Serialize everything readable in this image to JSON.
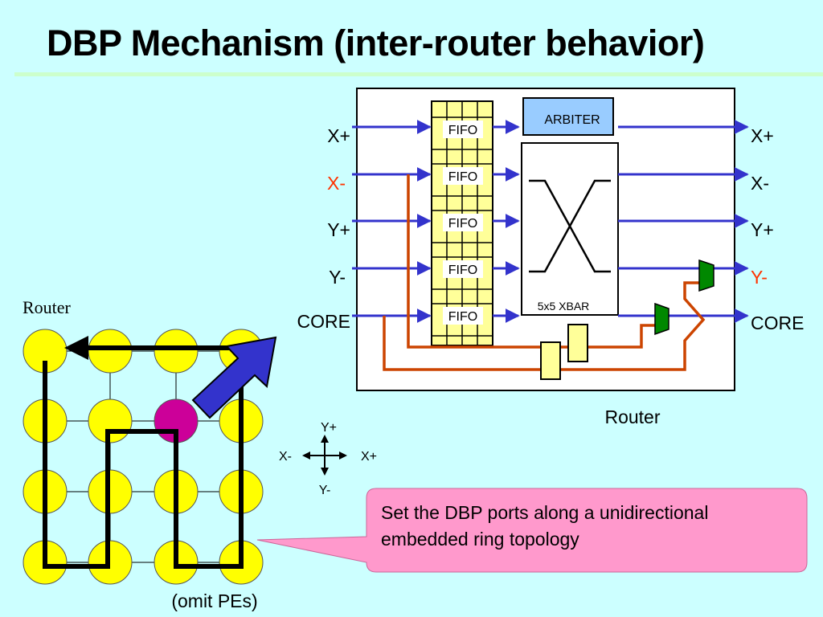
{
  "slide": {
    "title": "DBP Mechanism (inter-router behavior)"
  },
  "router_block": {
    "caption": "Router",
    "input_ports": [
      "X+",
      "X-",
      "Y+",
      "Y-",
      "CORE"
    ],
    "output_ports": [
      "X+",
      "X-",
      "Y+",
      "Y-",
      "CORE"
    ],
    "highlight_input": "X-",
    "highlight_output": "Y-",
    "fifo_label": "FIFO",
    "arbiter_label": "ARBITER",
    "xbar_label": "5x5 XBAR"
  },
  "mesh": {
    "caption": "Router",
    "footnote": "(omit PEs)"
  },
  "compass": {
    "up": "Y+",
    "down": "Y-",
    "left": "X-",
    "right": "X+"
  },
  "callout": {
    "text": "Set the DBP ports along a unidirectional embedded ring topology"
  },
  "colors": {
    "background": "#ccffff",
    "node": "#ffff00",
    "highlight_node": "#cc0099",
    "link": "#3333cc",
    "dbp_wire": "#cc4400",
    "mux": "#008800",
    "callout": "#ff99cc",
    "highlight_text": "#ff3300"
  }
}
